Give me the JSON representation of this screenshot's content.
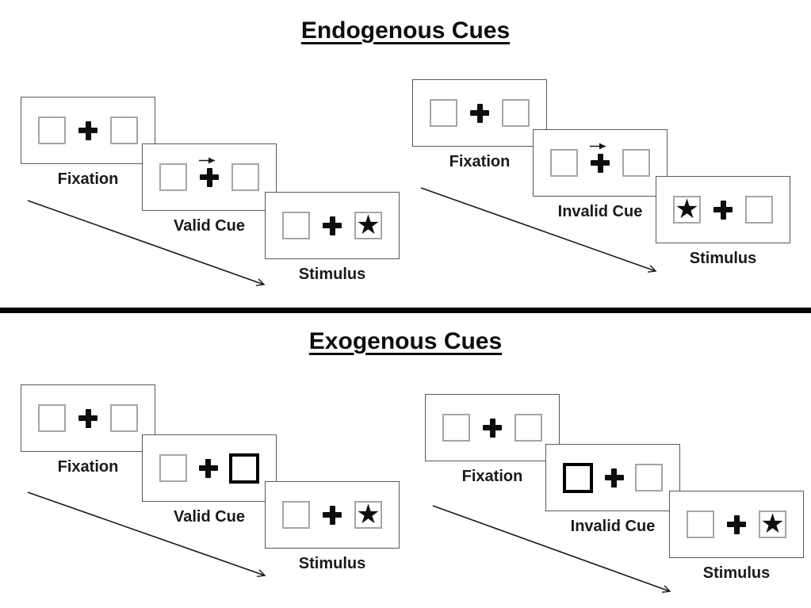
{
  "background": "#ffffff",
  "colors": {
    "panel_border": "#595959",
    "square_border": "#a6a6a6",
    "highlight_border": "#000000",
    "symbol": "#000000",
    "text": "#000000",
    "divider": "#000000"
  },
  "icons": {
    "plus_icon": "heavy-plus-fixation-cross",
    "star_glyph": "★",
    "cue_arrow_icon": "thin-right-arrow-above-fixation",
    "timeline_arrow_icon": "thin-diagonal-arrow-down-right"
  },
  "sections": [
    {
      "title": "Endogenous Cues",
      "groups": [
        {
          "name": "valid-trial",
          "panels": [
            {
              "label": "Fixation",
              "left_box": "empty",
              "center": "plus",
              "right_box": "empty"
            },
            {
              "label": "Valid Cue",
              "left_box": "empty",
              "center": "plus-with-right-arrow",
              "right_box": "empty"
            },
            {
              "label": "Stimulus",
              "left_box": "empty",
              "center": "plus",
              "right_box": "star"
            }
          ]
        },
        {
          "name": "invalid-trial",
          "panels": [
            {
              "label": "Fixation",
              "left_box": "empty",
              "center": "plus",
              "right_box": "empty"
            },
            {
              "label": "Invalid Cue",
              "left_box": "empty",
              "center": "plus-with-right-arrow",
              "right_box": "empty"
            },
            {
              "label": "Stimulus",
              "left_box": "star",
              "center": "plus",
              "right_box": "empty"
            }
          ]
        }
      ]
    },
    {
      "title": "Exogenous Cues",
      "groups": [
        {
          "name": "valid-trial",
          "panels": [
            {
              "label": "Fixation",
              "left_box": "empty",
              "center": "plus",
              "right_box": "empty"
            },
            {
              "label": "Valid Cue",
              "left_box": "empty",
              "center": "plus",
              "right_box": "highlighted-box"
            },
            {
              "label": "Stimulus",
              "left_box": "empty",
              "center": "plus",
              "right_box": "star"
            }
          ]
        },
        {
          "name": "invalid-trial",
          "panels": [
            {
              "label": "Fixation",
              "left_box": "empty",
              "center": "plus",
              "right_box": "empty"
            },
            {
              "label": "Invalid Cue",
              "left_box": "highlighted-box",
              "center": "plus",
              "right_box": "empty"
            },
            {
              "label": "Stimulus",
              "left_box": "empty",
              "center": "plus",
              "right_box": "star"
            }
          ]
        }
      ]
    }
  ]
}
